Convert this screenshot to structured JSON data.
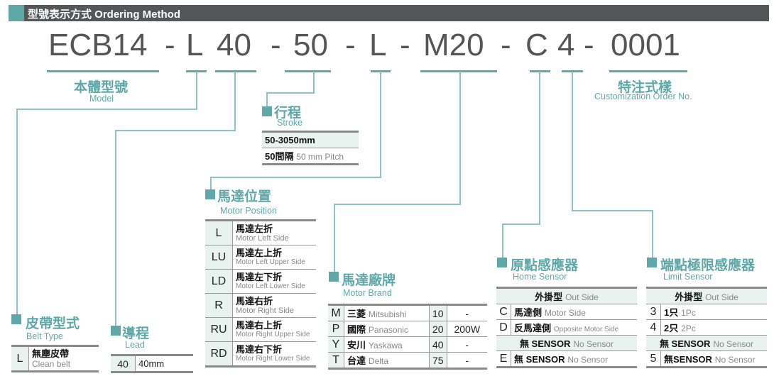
{
  "header": {
    "title": "型號表示方式 Ordering Method",
    "accent_color": "#5fa8a8",
    "bg_color": "#555658"
  },
  "code_parts": [
    "ECB14",
    "-",
    "L",
    "40",
    "-",
    "50",
    "-",
    "L",
    "-",
    "M20",
    "-",
    "C",
    "4",
    "-",
    "0001"
  ],
  "model": {
    "cn": "本體型號",
    "en": "Model"
  },
  "custom": {
    "cn": "特注式樣",
    "en": "Customization Order No."
  },
  "stroke": {
    "cn": "行程",
    "en": "Stroke",
    "range": "50-3050mm",
    "pitch_cn": "50間隔",
    "pitch_en": "50 mm Pitch"
  },
  "belt": {
    "cn": "皮帶型式",
    "en": "Belt Type",
    "rows": [
      {
        "code": "L",
        "cn": "無塵皮帶",
        "en": "Clean belt"
      }
    ]
  },
  "lead": {
    "cn": "導程",
    "en": "Lead",
    "rows": [
      {
        "code": "40",
        "value": "40mm"
      }
    ]
  },
  "motor_position": {
    "cn": "馬達位置",
    "en": "Motor Position",
    "rows": [
      {
        "code": "L",
        "cn": "馬達左折",
        "en": "Motor Left Side"
      },
      {
        "code": "LU",
        "cn": "馬達左上折",
        "en": "Motor Left Upper Side"
      },
      {
        "code": "LD",
        "cn": "馬達左下折",
        "en": "Motor Left Lower Side"
      },
      {
        "code": "R",
        "cn": "馬達右折",
        "en": "Motor Right Side"
      },
      {
        "code": "RU",
        "cn": "馬達右上折",
        "en": "Motor Right Upper Side"
      },
      {
        "code": "RD",
        "cn": "馬達右下折",
        "en": "Motor Right Lower Side"
      }
    ]
  },
  "motor_brand": {
    "cn": "馬達廠牌",
    "en": "Motor Brand",
    "rows": [
      {
        "code": "M",
        "cn": "三菱",
        "en": "Mitsubishi",
        "num": "10",
        "power": "-"
      },
      {
        "code": "P",
        "cn": "國際",
        "en": "Panasonic",
        "num": "20",
        "power": "200W"
      },
      {
        "code": "Y",
        "cn": "安川",
        "en": "Yaskawa",
        "num": "40",
        "power": "-"
      },
      {
        "code": "T",
        "cn": "台達",
        "en": "Delta",
        "num": "75",
        "power": "-"
      }
    ]
  },
  "home_sensor": {
    "cn": "原點感應器",
    "en": "Home Sensor",
    "out_cn": "外掛型",
    "out_en": "Out Side",
    "rows": [
      {
        "code": "C",
        "cn": "馬達側",
        "en": "Motor Side"
      },
      {
        "code": "D",
        "cn": "反馬達側",
        "en": "Opposite Motor Side"
      }
    ],
    "none_cn": "無 SENSOR",
    "none_en": "No Sensor",
    "none_row": {
      "code": "E",
      "cn": "無 SENSOR",
      "en": "No Sensor"
    }
  },
  "limit_sensor": {
    "cn": "端點極限感應器",
    "en": "Limit Sensor",
    "out_cn": "外掛型",
    "out_en": "Out Side",
    "rows": [
      {
        "code": "3",
        "cn": "1只",
        "en": "1Pc"
      },
      {
        "code": "4",
        "cn": "2只",
        "en": "2Pc"
      }
    ],
    "none_cn": "無 SENSOR",
    "none_en": "No Sensor",
    "none_row": {
      "code": "5",
      "cn": "無SENSOR",
      "en": "No Sensor"
    }
  }
}
